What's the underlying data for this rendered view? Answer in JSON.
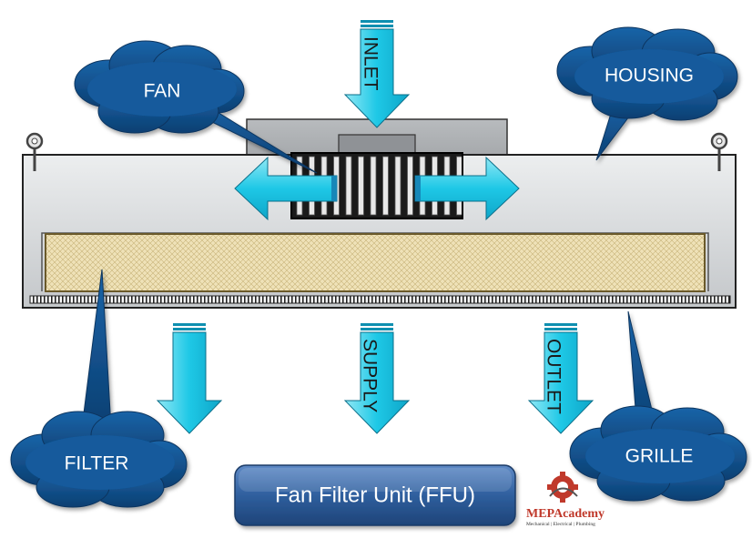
{
  "labels": {
    "fan": "FAN",
    "housing": "HOUSING",
    "filter": "FILTER",
    "grille": "GRILLE",
    "inlet": "INLET",
    "supply": "SUPPLY",
    "outlet": "OUTLET"
  },
  "title": "Fan Filter Unit (FFU)",
  "logo": {
    "name": "MEPAcademy",
    "tagline": "Mechanical | Electrical | Plumbing"
  },
  "colors": {
    "arrow": "#1ec8e6",
    "cloud": "#0f4f8c",
    "housing": "#d4d6d8",
    "filter": "#efe2b8",
    "title_box": "#2c5c9c"
  }
}
